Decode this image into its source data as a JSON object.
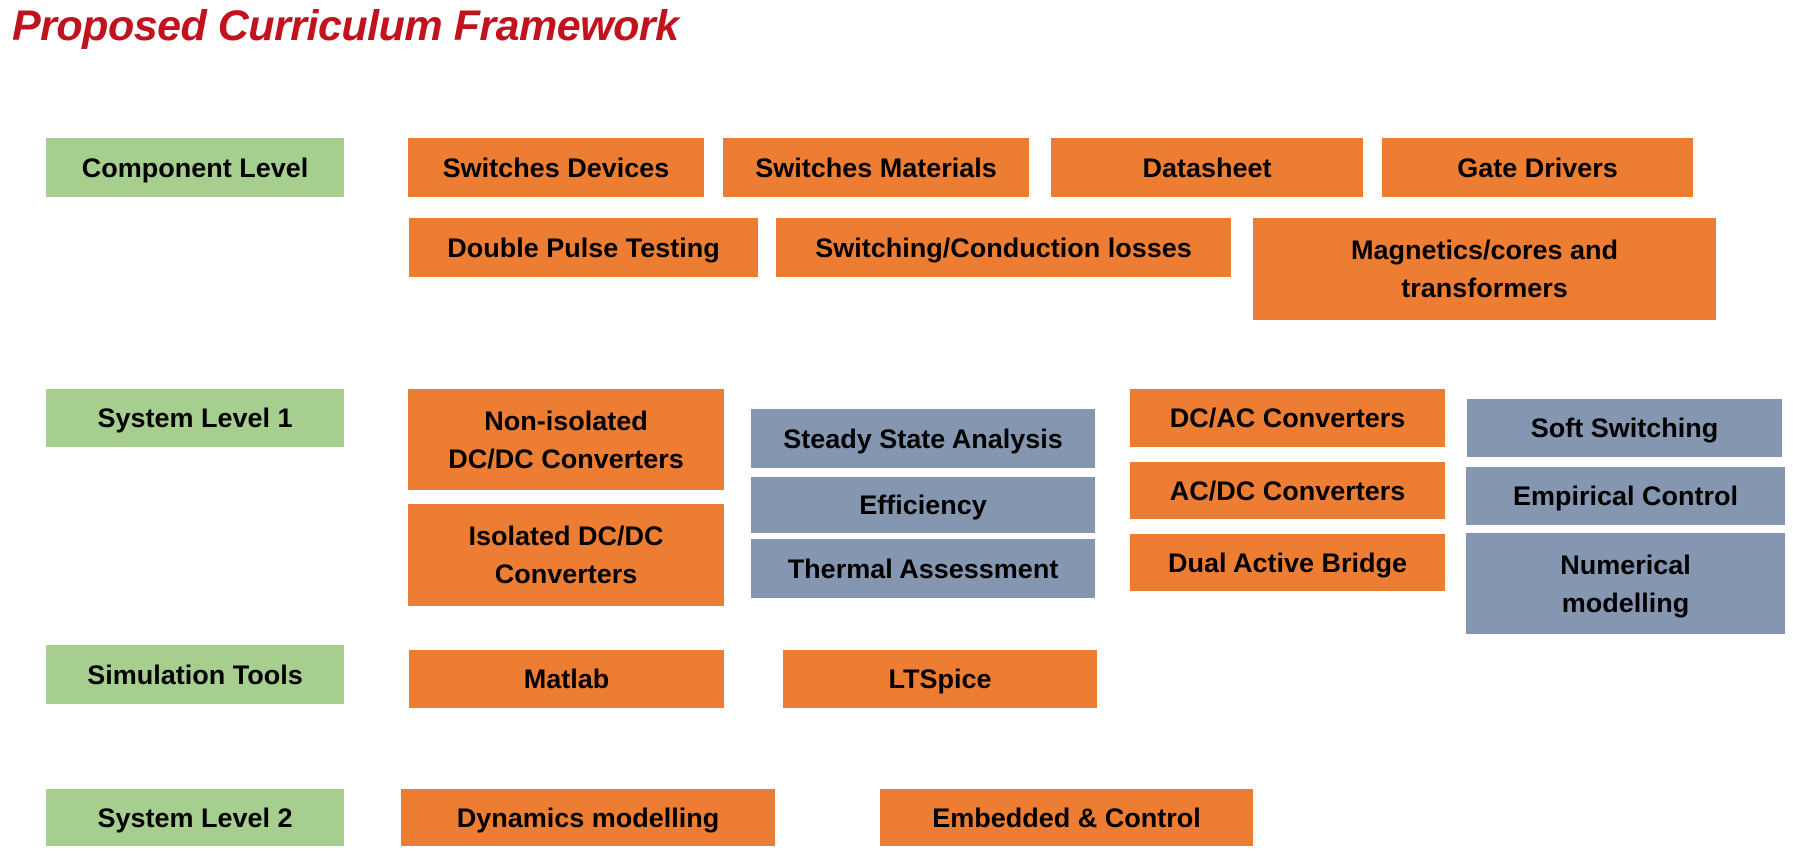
{
  "title": "Proposed Curriculum Framework",
  "colors": {
    "title_red": "#C2121E",
    "category_green": "#A6CE8E",
    "topic_orange": "#EC7D33",
    "topic_blue_gray": "#8496B0",
    "text_black": "#000000",
    "background": "#FFFFFF"
  },
  "categories": {
    "component_level": "Component Level",
    "system_level_1": "System Level 1",
    "simulation_tools": "Simulation Tools",
    "system_level_2": "System Level 2"
  },
  "topics": {
    "switches_devices": "Switches Devices",
    "switches_materials": "Switches Materials",
    "datasheet": "Datasheet",
    "gate_drivers": "Gate Drivers",
    "double_pulse_testing": "Double Pulse Testing",
    "switching_conduction_losses": "Switching/Conduction losses",
    "magnetics_cores_transformers": "Magnetics/cores and\ntransformers",
    "non_isolated_dcdc": "Non-isolated\nDC/DC Converters",
    "isolated_dcdc": "Isolated DC/DC\nConverters",
    "steady_state_analysis": "Steady State Analysis",
    "efficiency": "Efficiency",
    "thermal_assessment": "Thermal Assessment",
    "dc_ac_converters": "DC/AC Converters",
    "ac_dc_converters": "AC/DC Converters",
    "dual_active_bridge": "Dual Active Bridge",
    "soft_switching": "Soft Switching",
    "empirical_control": "Empirical Control",
    "numerical_modelling": "Numerical\nmodelling",
    "matlab": "Matlab",
    "ltspice": "LTSpice",
    "dynamics_modelling": "Dynamics modelling",
    "embedded_control": "Embedded & Control"
  }
}
